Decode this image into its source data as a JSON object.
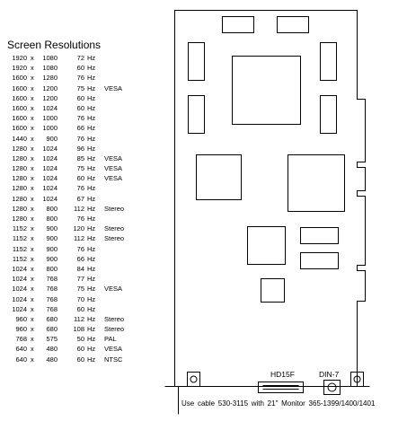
{
  "title": "Screen Resolutions",
  "resolutions": [
    {
      "w": "1920",
      "h": "1080",
      "hz": "72",
      "note": ""
    },
    {
      "w": "1920",
      "h": "1080",
      "hz": "60",
      "note": ""
    },
    {
      "w": "1600",
      "h": "1280",
      "hz": "76",
      "note": ""
    },
    {
      "w": "1600",
      "h": "1200",
      "hz": "75",
      "note": "VESA"
    },
    {
      "w": "1600",
      "h": "1200",
      "hz": "60",
      "note": ""
    },
    {
      "w": "1600",
      "h": "1024",
      "hz": "60",
      "note": ""
    },
    {
      "w": "1600",
      "h": "1000",
      "hz": "76",
      "note": ""
    },
    {
      "w": "1600",
      "h": "1000",
      "hz": "66",
      "note": ""
    },
    {
      "w": "1440",
      "h": "900",
      "hz": "76",
      "note": ""
    },
    {
      "w": "1280",
      "h": "1024",
      "hz": "96",
      "note": ""
    },
    {
      "w": "1280",
      "h": "1024",
      "hz": "85",
      "note": "VESA"
    },
    {
      "w": "1280",
      "h": "1024",
      "hz": "75",
      "note": "VESA"
    },
    {
      "w": "1280",
      "h": "1024",
      "hz": "60",
      "note": "VESA"
    },
    {
      "w": "1280",
      "h": "1024",
      "hz": "76",
      "note": ""
    },
    {
      "w": "1280",
      "h": "1024",
      "hz": "67",
      "note": ""
    },
    {
      "w": "1280",
      "h": "800",
      "hz": "112",
      "note": "Stereo"
    },
    {
      "w": "1280",
      "h": "800",
      "hz": "76",
      "note": ""
    },
    {
      "w": "1152",
      "h": "900",
      "hz": "120",
      "note": "Stereo"
    },
    {
      "w": "1152",
      "h": "900",
      "hz": "112",
      "note": "Stereo"
    },
    {
      "w": "1152",
      "h": "900",
      "hz": "76",
      "note": ""
    },
    {
      "w": "1152",
      "h": "900",
      "hz": "66",
      "note": ""
    },
    {
      "w": "1024",
      "h": "800",
      "hz": "84",
      "note": ""
    },
    {
      "w": "1024",
      "h": "768",
      "hz": "77",
      "note": ""
    },
    {
      "w": "1024",
      "h": "768",
      "hz": "75",
      "note": "VESA"
    },
    {
      "w": "1024",
      "h": "768",
      "hz": "70",
      "note": ""
    },
    {
      "w": "1024",
      "h": "768",
      "hz": "60",
      "note": ""
    },
    {
      "w": "960",
      "h": "680",
      "hz": "112",
      "note": "Stereo"
    },
    {
      "w": "960",
      "h": "680",
      "hz": "108",
      "note": "Stereo"
    },
    {
      "w": "768",
      "h": "575",
      "hz": "50",
      "note": "PAL"
    },
    {
      "w": "640",
      "h": "480",
      "hz": "60",
      "note": "VESA"
    },
    {
      "w": "640",
      "h": "480",
      "hz": "60",
      "note": "NTSC"
    }
  ],
  "times_symbol": "x",
  "hz_unit": "Hz",
  "connectors": {
    "hd15f": "HD15F",
    "din7": "DIN-7"
  },
  "footer": "Use cable 530-3115 with 21\" Monitor 365-1399/1400/1401"
}
